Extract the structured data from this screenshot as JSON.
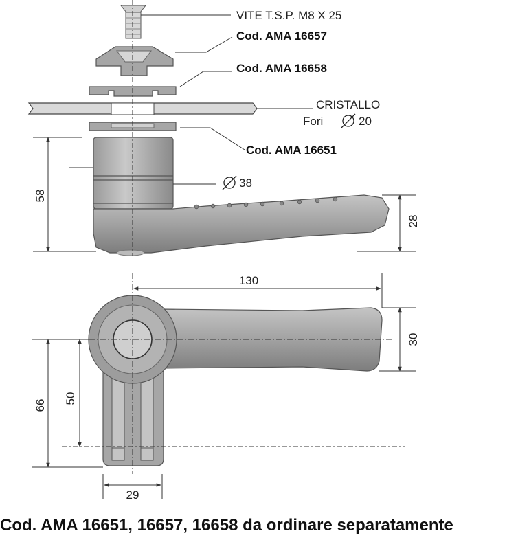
{
  "callouts": {
    "screw": "VITE  T.S.P.  M8 X 25",
    "cap": "Cod. AMA 16657",
    "upper_washer": "Cod. AMA 16658",
    "glass": "CRISTALLO",
    "holes_prefix": "Fori",
    "holes_value": "20",
    "lower_washer": "Cod. AMA 16651"
  },
  "dimensions": {
    "side_height": "58",
    "hub_diameter": "38",
    "lever_height": "28",
    "length": "130",
    "width": "30",
    "overall_depth": "66",
    "pin_offset": "50",
    "stem_width": "29"
  },
  "footer": "Cod. AMA 16651, 16657, 16658 da ordinare separatamente",
  "colors": {
    "part_fill": "#a9a9a9",
    "part_dark": "#6f6f6f",
    "line": "#333333"
  }
}
